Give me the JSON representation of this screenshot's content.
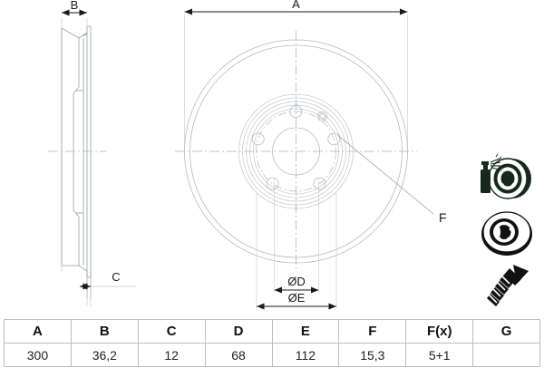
{
  "document": {
    "kind": "technical-drawing",
    "subject": "brake-disc"
  },
  "dimensions": {
    "a_label": "A",
    "b_label": "B",
    "c_label": "C",
    "f_label": "F",
    "diameter_d_label": "ØD",
    "diameter_e_label": "ØE"
  },
  "thumbnails": [
    {
      "name": "spray-can-and-disc",
      "alt": "Coated brake disc with spray can"
    },
    {
      "name": "brake-disc-angled",
      "alt": "Brake disc perspective view"
    },
    {
      "name": "countersunk-screw",
      "alt": "Countersunk fixing screw"
    }
  ],
  "table": {
    "headers": [
      "A",
      "B",
      "C",
      "D",
      "E",
      "F",
      "F(x)",
      "G"
    ],
    "rows": [
      [
        "300",
        "36,2",
        "12",
        "68",
        "112",
        "15,3",
        "5+1",
        ""
      ]
    ]
  },
  "colors": {
    "line": "#9aa0a6",
    "line_dark": "#6f757b",
    "centerline": "#b0b4b8",
    "dimension": "#1a1a1a",
    "table_border": "#b9bdc2",
    "thumb_dark": "#17291f",
    "thumb_black": "#111111"
  }
}
